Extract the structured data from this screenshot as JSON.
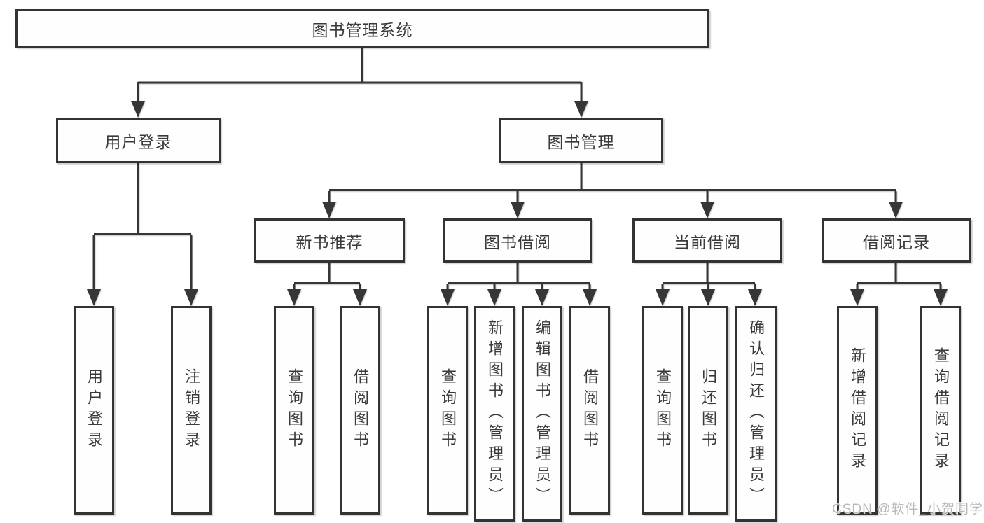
{
  "colors": {
    "line": "#363636",
    "box_border": "#333333",
    "text": "#3a3a3a",
    "watermark": "#b9b9b9",
    "background": "#ffffff"
  },
  "diagram": {
    "root": {
      "label": "图书管理系统"
    },
    "login": {
      "label": "用户登录",
      "children": [
        {
          "label": "用户登录"
        },
        {
          "label": "注销登录"
        }
      ]
    },
    "management": {
      "label": "图书管理",
      "sections": [
        {
          "label": "新书推荐",
          "children": [
            {
              "label": "查询图书"
            },
            {
              "label": "借阅图书"
            }
          ]
        },
        {
          "label": "图书借阅",
          "children": [
            {
              "label": "查询图书"
            },
            {
              "label": "新增图书（管理员）"
            },
            {
              "label": "编辑图书（管理员）"
            },
            {
              "label": "借阅图书"
            }
          ]
        },
        {
          "label": "当前借阅",
          "children": [
            {
              "label": "查询图书"
            },
            {
              "label": "归还图书"
            },
            {
              "label": "确认归还（管理员）"
            }
          ]
        },
        {
          "label": "借阅记录",
          "children": [
            {
              "label": "新增借阅记录"
            },
            {
              "label": "查询借阅记录"
            }
          ]
        }
      ]
    }
  },
  "watermark": {
    "text": "CSDN @软件_小贺同学"
  }
}
